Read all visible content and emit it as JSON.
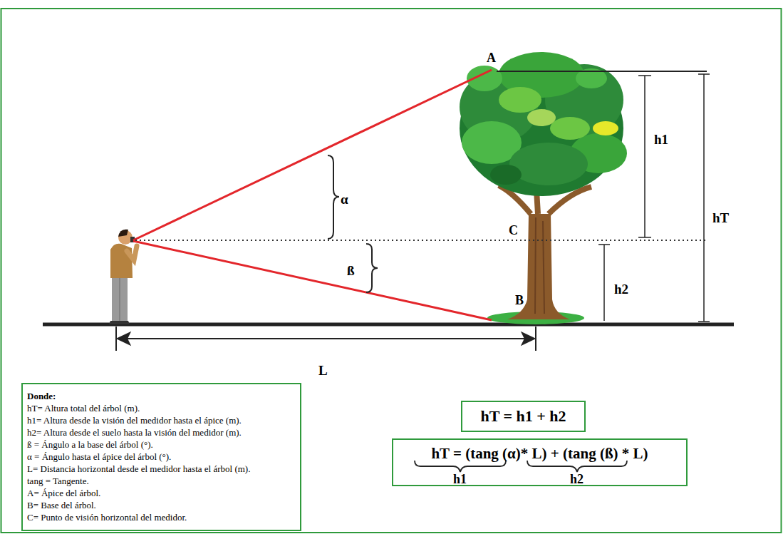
{
  "diagram": {
    "nodes": [
      {
        "text": [
          "Donde:",
          "hT= Altura total del árbol (m).",
          "h1= Altura desde la visión del medidor hasta el ápice (m).",
          "h2= Altura desde el suelo hasta la visión del medidor (m).",
          "ß = Ángulo a la base del árbol (°).",
          "α = Ángulo hasta el ápice del árbol (°).",
          "L= Distancia horizontal desde el medidor hasta el árbol (m).",
          "tang = Tangente.",
          "A= Ápice del árbol.",
          "B= Base del árbol.",
          "C= Punto de visión horizontal del medidor."
        ]
      },
      {
        "text": [
          "hT = h1 + h2"
        ]
      },
      {
        "text": [
          "hT = (tang (α)* L) + (tang (ß) * L)",
          "h1",
          "h2"
        ]
      }
    ],
    "labels": [
      "A",
      "α",
      "C",
      "ß",
      "B",
      "h1",
      "hT",
      "h2",
      "L"
    ]
  }
}
